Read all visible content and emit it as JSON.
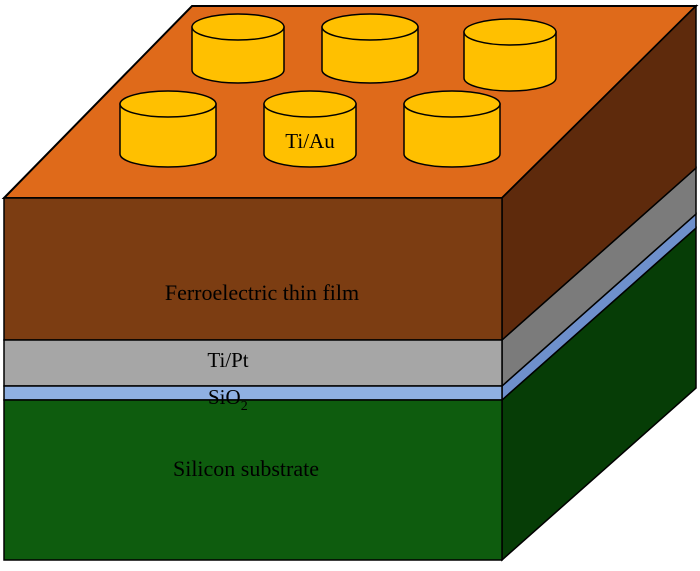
{
  "labels": {
    "electrodes": "Ti/Au",
    "ferroelectric": "Ferroelectric thin film",
    "bottom_electrode": "Ti/Pt",
    "oxide_base": "SiO",
    "oxide_subscript": "2",
    "substrate": "Silicon substrate"
  },
  "colors": {
    "ferroelectric_top": "#df6a1a",
    "ferroelectric_front": "#7c3d12",
    "ferroelectric_side": "#5e2a0c",
    "tipt_front": "#a6a6a6",
    "tipt_side": "#7b7b7b",
    "sio2_front": "#8fb0e2",
    "sio2_side": "#6e90cc",
    "substrate_front": "#0e5c0e",
    "substrate_side": "#063d06",
    "electrode_fill": "#ffc000",
    "outline": "#000000"
  },
  "electrode_count": 6
}
